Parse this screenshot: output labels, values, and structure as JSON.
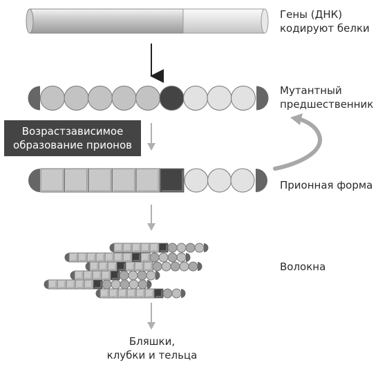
{
  "labels": {
    "genes": [
      "Гены (ДНК)",
      "кодируют белки"
    ],
    "mutant": [
      "Мутантный",
      "предшественник"
    ],
    "process": [
      "Возрастзависимое",
      "образование прионов"
    ],
    "prion": "Прионная форма",
    "fibrils": "Волокна",
    "plaques": [
      "Бляшки,",
      "клубки и тельца"
    ]
  },
  "colors": {
    "mutant_bead": "#444444",
    "normal_bead": "#c3c3c3",
    "light_bead": "#e2e2e2",
    "square": "#c8c8c8",
    "cap": "#666666",
    "arrow_dark": "#222222",
    "arrow_light": "#b0b0b0"
  }
}
